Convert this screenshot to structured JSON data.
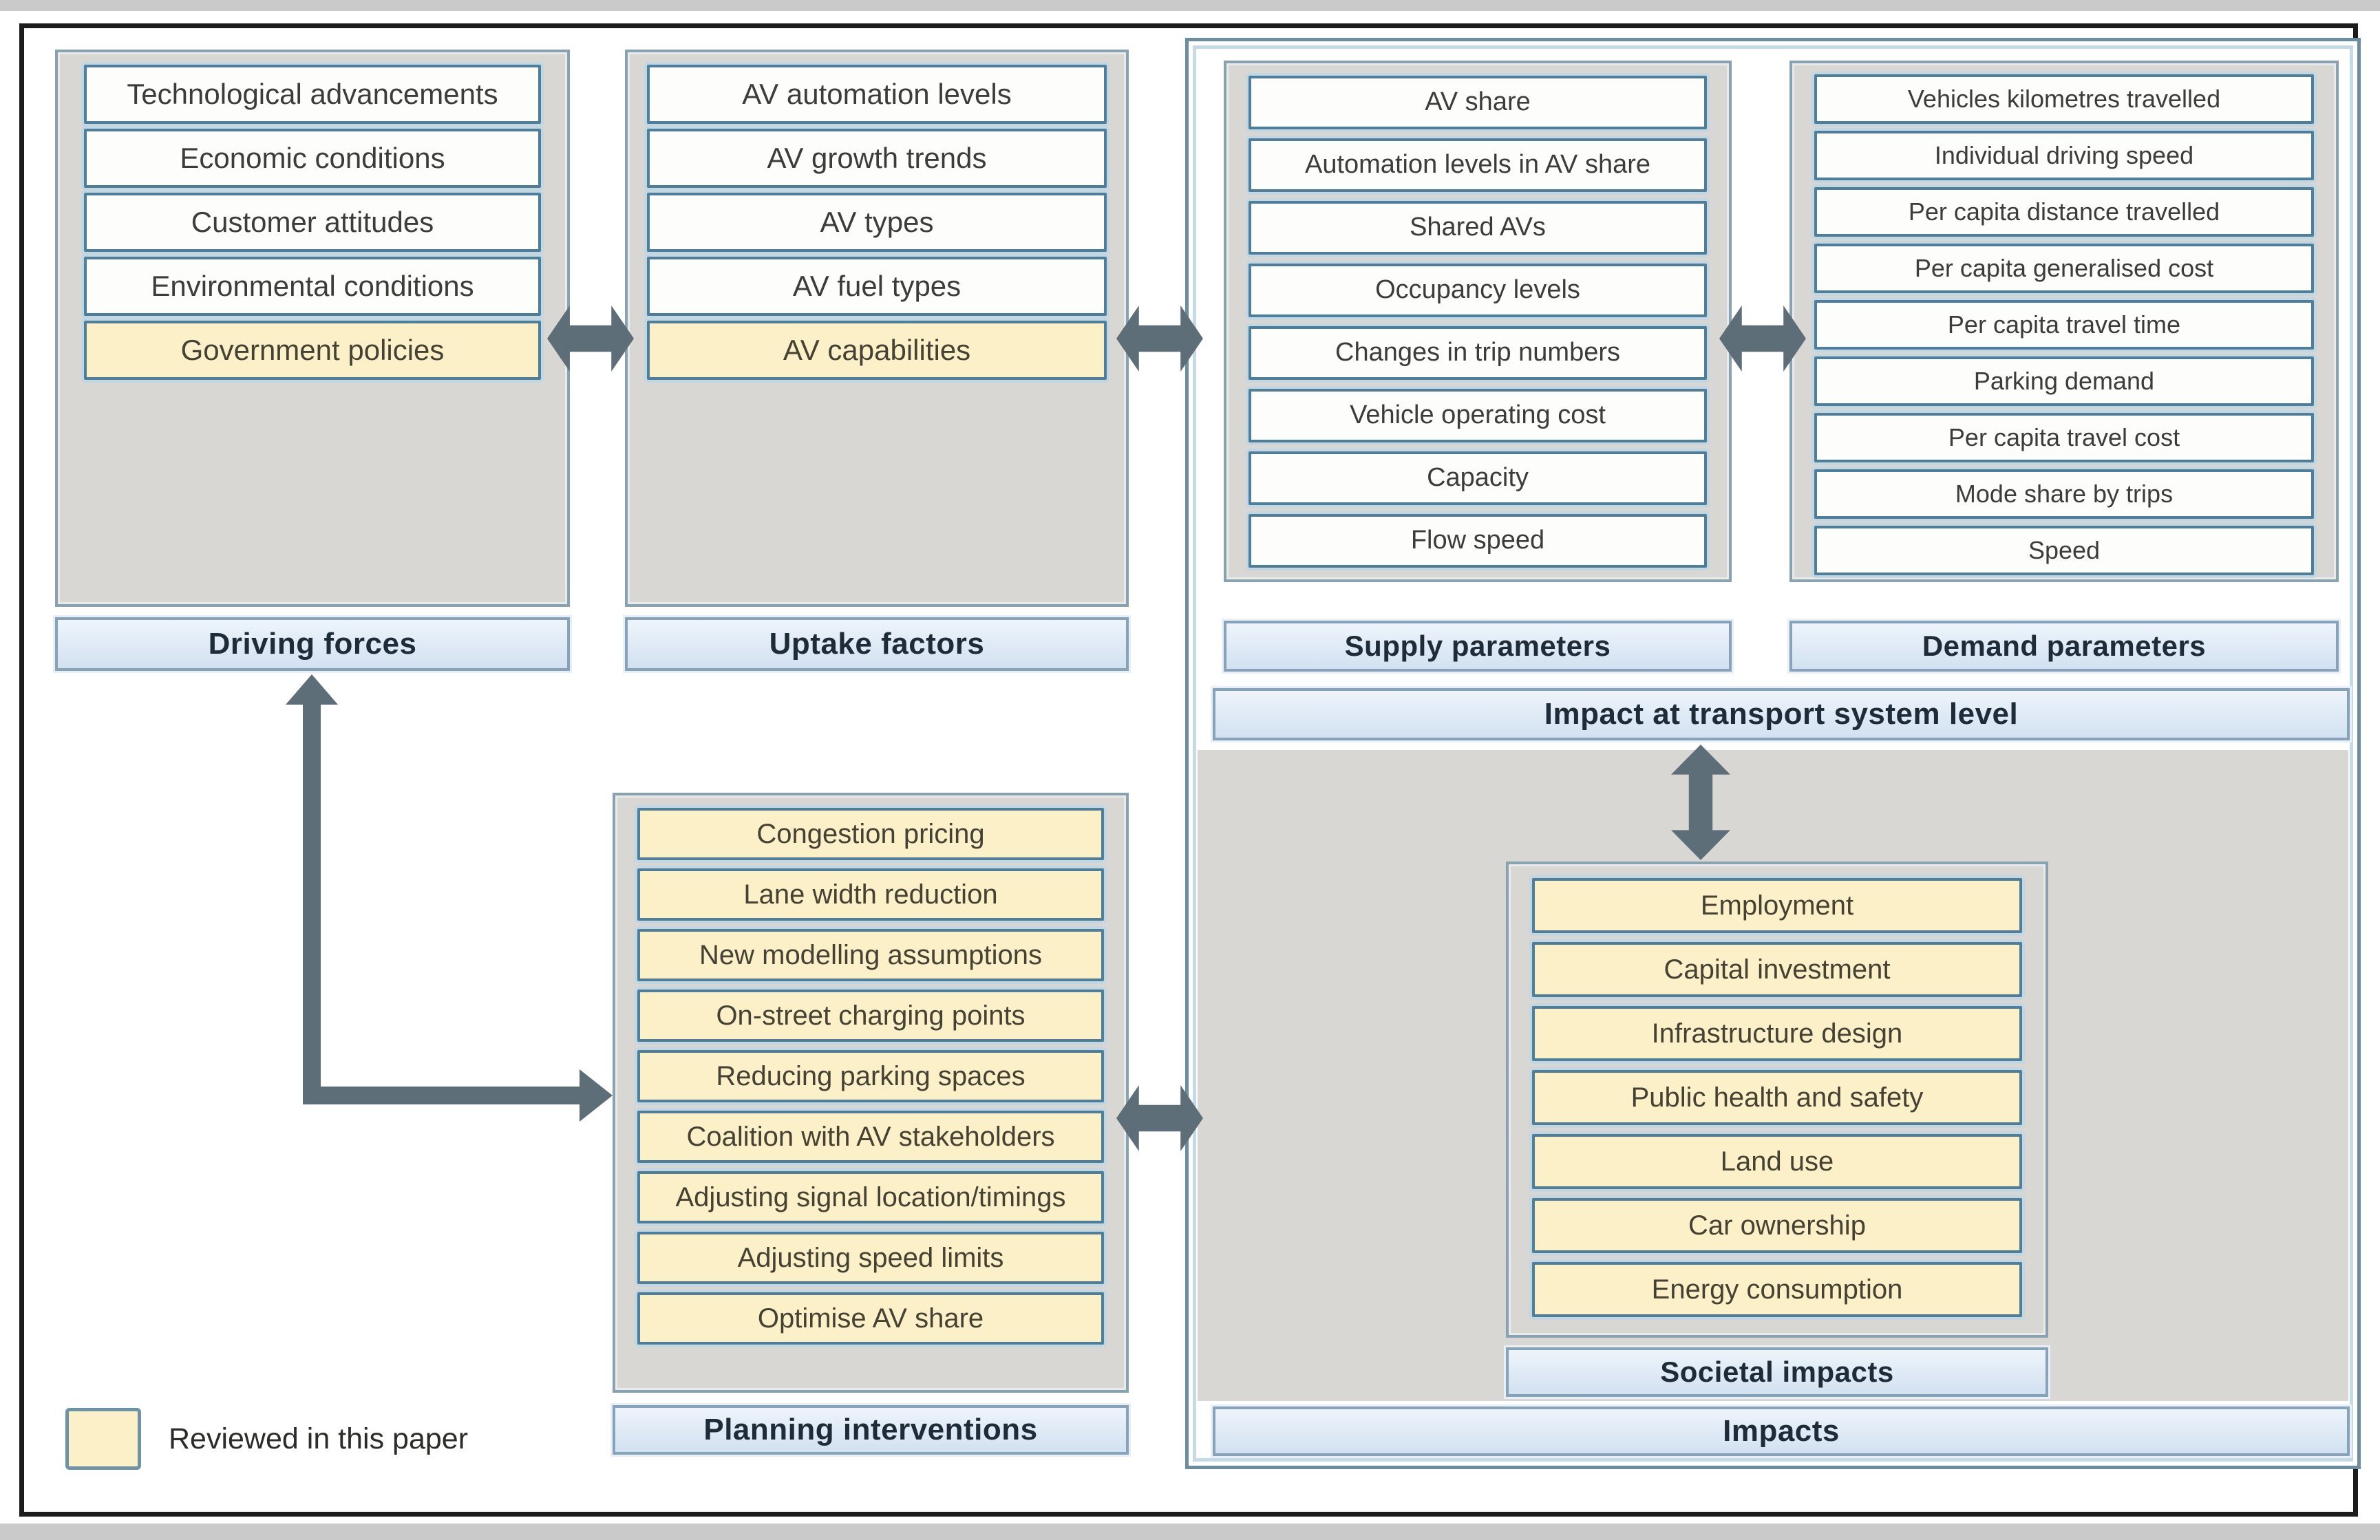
{
  "legend": {
    "label": "Reviewed in this paper"
  },
  "colors": {
    "reviewed_fill": "#fbf0c8",
    "plain_fill": "#fdfdfb",
    "box_border": "#4f7e9b",
    "container_fill": "#d8d7d3",
    "labelbar_fill": "#d2e1f1",
    "arrow": "#5d6e79"
  },
  "groups": {
    "driving_forces": {
      "label": "Driving forces",
      "items": [
        {
          "text": "Technological advancements",
          "reviewed": false
        },
        {
          "text": "Economic conditions",
          "reviewed": false
        },
        {
          "text": "Customer attitudes",
          "reviewed": false
        },
        {
          "text": "Environmental conditions",
          "reviewed": false
        },
        {
          "text": "Government policies",
          "reviewed": true
        }
      ]
    },
    "uptake_factors": {
      "label": "Uptake factors",
      "items": [
        {
          "text": "AV automation levels",
          "reviewed": false
        },
        {
          "text": "AV growth trends",
          "reviewed": false
        },
        {
          "text": "AV types",
          "reviewed": false
        },
        {
          "text": "AV fuel types",
          "reviewed": false
        },
        {
          "text": "AV capabilities",
          "reviewed": true
        }
      ]
    },
    "supply_parameters": {
      "label": "Supply parameters",
      "items": [
        {
          "text": "AV share",
          "reviewed": false
        },
        {
          "text": "Automation levels in AV share",
          "reviewed": false
        },
        {
          "text": "Shared AVs",
          "reviewed": false
        },
        {
          "text": "Occupancy levels",
          "reviewed": false
        },
        {
          "text": "Changes in trip numbers",
          "reviewed": false
        },
        {
          "text": "Vehicle operating cost",
          "reviewed": false
        },
        {
          "text": "Capacity",
          "reviewed": false
        },
        {
          "text": "Flow speed",
          "reviewed": false
        }
      ]
    },
    "demand_parameters": {
      "label": "Demand parameters",
      "items": [
        {
          "text": "Vehicles kilometres travelled",
          "reviewed": false
        },
        {
          "text": "Individual driving speed",
          "reviewed": false
        },
        {
          "text": "Per capita distance travelled",
          "reviewed": false
        },
        {
          "text": "Per capita generalised cost",
          "reviewed": false
        },
        {
          "text": "Per capita travel time",
          "reviewed": false
        },
        {
          "text": "Parking demand",
          "reviewed": false
        },
        {
          "text": "Per capita travel cost",
          "reviewed": false
        },
        {
          "text": "Mode share by trips",
          "reviewed": false
        },
        {
          "text": "Speed",
          "reviewed": false
        }
      ]
    },
    "impact_system_level": {
      "label": "Impact at transport system level"
    },
    "societal_impacts": {
      "label": "Societal impacts",
      "items": [
        {
          "text": "Employment",
          "reviewed": true
        },
        {
          "text": "Capital investment",
          "reviewed": true
        },
        {
          "text": "Infrastructure design",
          "reviewed": true
        },
        {
          "text": "Public health and safety",
          "reviewed": true
        },
        {
          "text": "Land use",
          "reviewed": true
        },
        {
          "text": "Car ownership",
          "reviewed": true
        },
        {
          "text": "Energy consumption",
          "reviewed": true
        }
      ]
    },
    "impacts": {
      "label": "Impacts"
    },
    "planning_interventions": {
      "label": "Planning interventions",
      "items": [
        {
          "text": "Congestion pricing",
          "reviewed": true
        },
        {
          "text": "Lane width reduction",
          "reviewed": true
        },
        {
          "text": "New modelling assumptions",
          "reviewed": true
        },
        {
          "text": "On-street charging points",
          "reviewed": true
        },
        {
          "text": "Reducing parking spaces",
          "reviewed": true
        },
        {
          "text": "Coalition with AV stakeholders",
          "reviewed": true
        },
        {
          "text": "Adjusting signal location/timings",
          "reviewed": true
        },
        {
          "text": "Adjusting speed limits",
          "reviewed": true
        },
        {
          "text": "Optimise AV share",
          "reviewed": true
        }
      ]
    }
  }
}
